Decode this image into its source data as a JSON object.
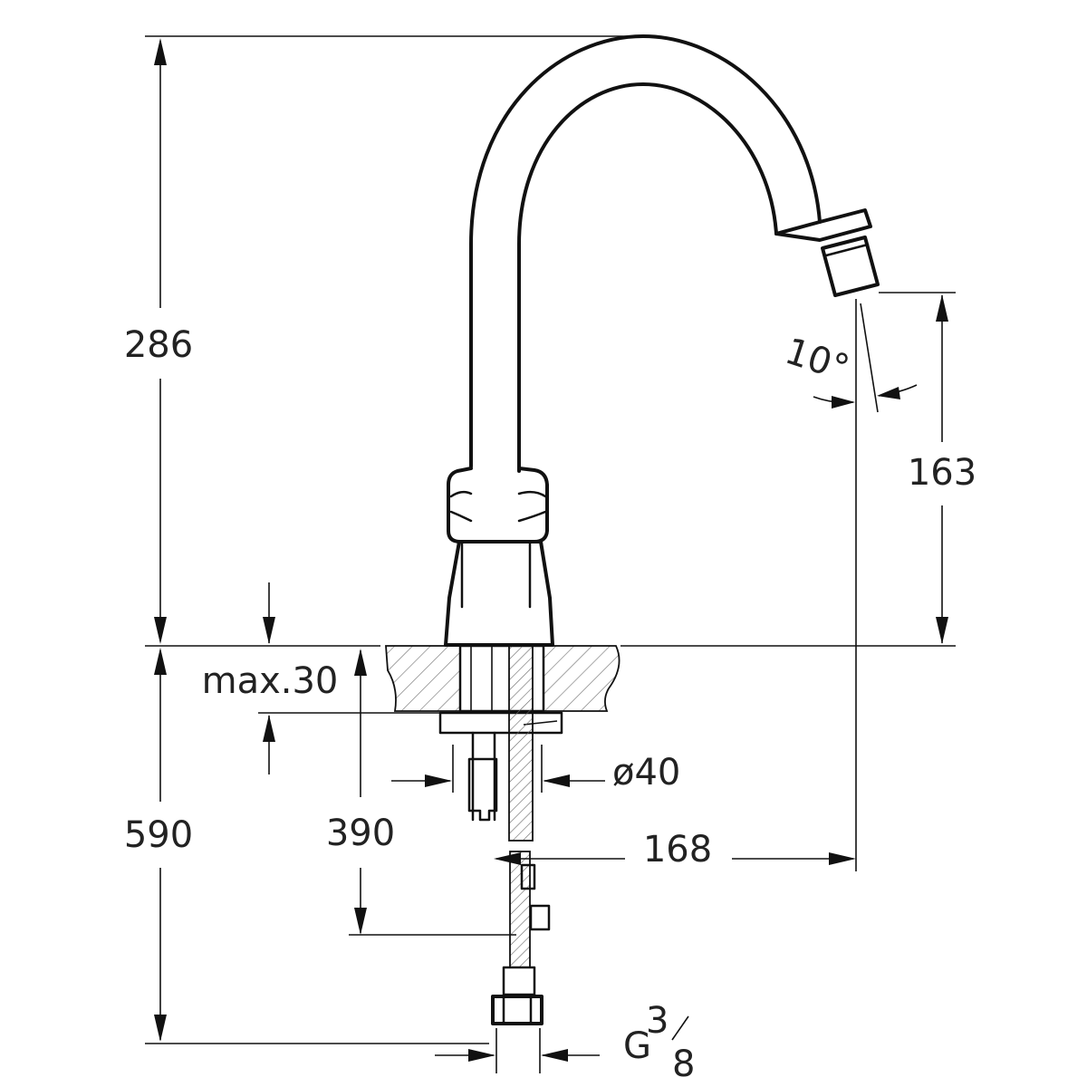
{
  "dimensions": {
    "spout_height": "286",
    "outlet_height": "163",
    "spray_angle": "10°",
    "deck_thickness": "max.30",
    "hole_diameter": "ø40",
    "hose_length": "390",
    "total_below_deck": "590",
    "spout_reach": "168",
    "thread_G": "G",
    "thread_num": "3",
    "thread_den": "8"
  },
  "colors": {
    "line": "#111111",
    "hatch": "#888888",
    "background": "#ffffff"
  }
}
